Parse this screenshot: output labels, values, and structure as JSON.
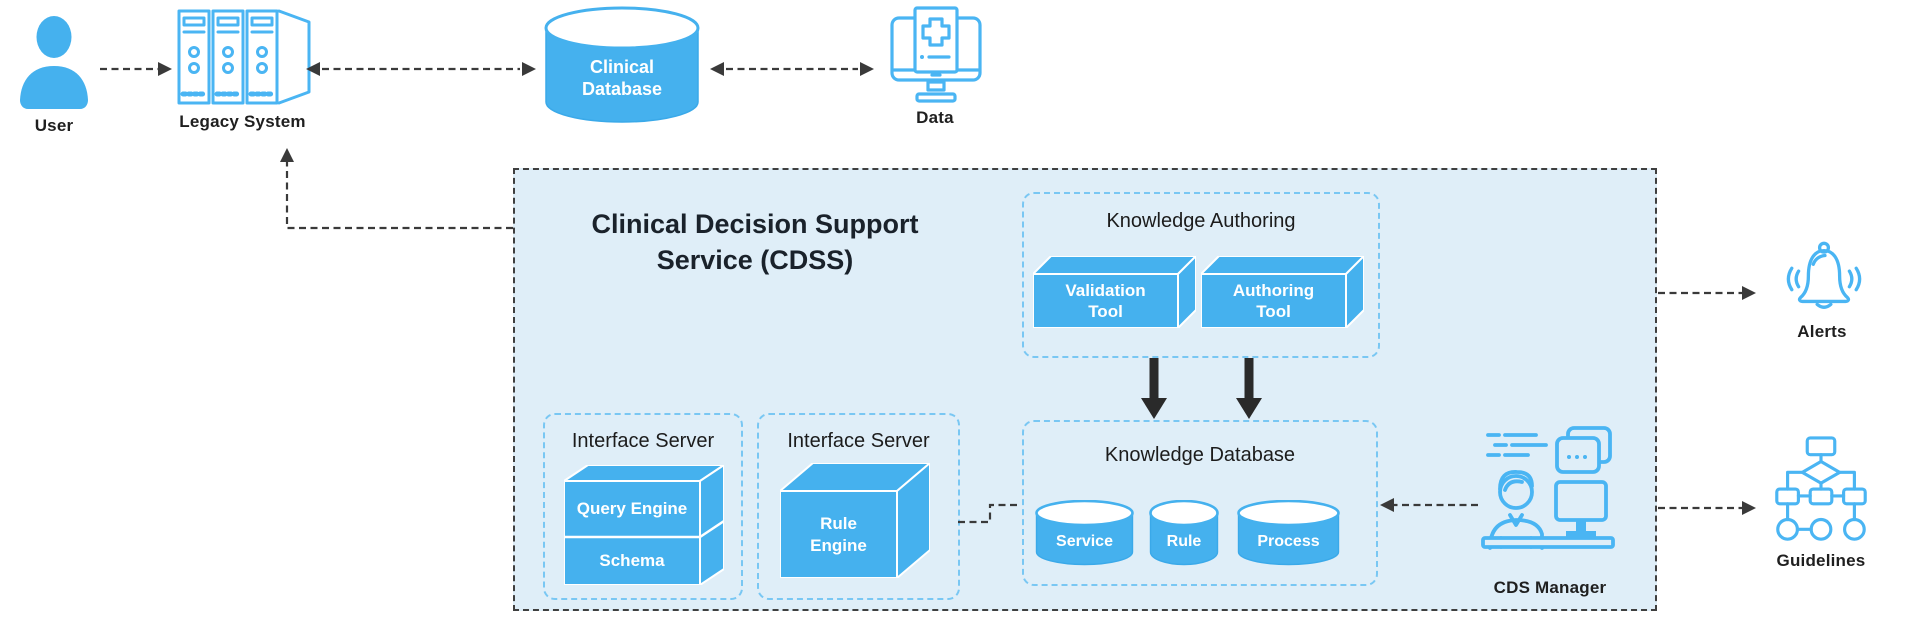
{
  "colors": {
    "primary_blue": "#45B1EE",
    "icon_stroke_blue": "#4AB5F3",
    "cdss_background": "#DFEEF8",
    "inner_border_blue": "#79C7F3",
    "connector_dark": "#333333",
    "solid_arrow_black": "#2A2A2A"
  },
  "external_nodes": {
    "user": {
      "label": "User"
    },
    "legacy_system": {
      "label": "Legacy System"
    },
    "clinical_database": {
      "label": "Clinical Database"
    },
    "data": {
      "label": "Data"
    },
    "alerts": {
      "label": "Alerts"
    },
    "guidelines": {
      "label": "Guidelines"
    }
  },
  "cdss": {
    "title": "Clinical Decision Support Service (CDSS)",
    "knowledge_authoring": {
      "title": "Knowledge Authoring",
      "tools": [
        "Validation Tool",
        "Authoring Tool"
      ]
    },
    "knowledge_database": {
      "title": "Knowledge Database",
      "stores": [
        "Service",
        "Rule",
        "Process"
      ]
    },
    "interface_server_query": {
      "title": "Interface Server",
      "components": [
        "Query Engine",
        "Schema"
      ]
    },
    "interface_server_rule": {
      "title": "Interface Server",
      "components": [
        "Rule Engine"
      ]
    },
    "cds_manager": {
      "label": "CDS Manager"
    }
  }
}
